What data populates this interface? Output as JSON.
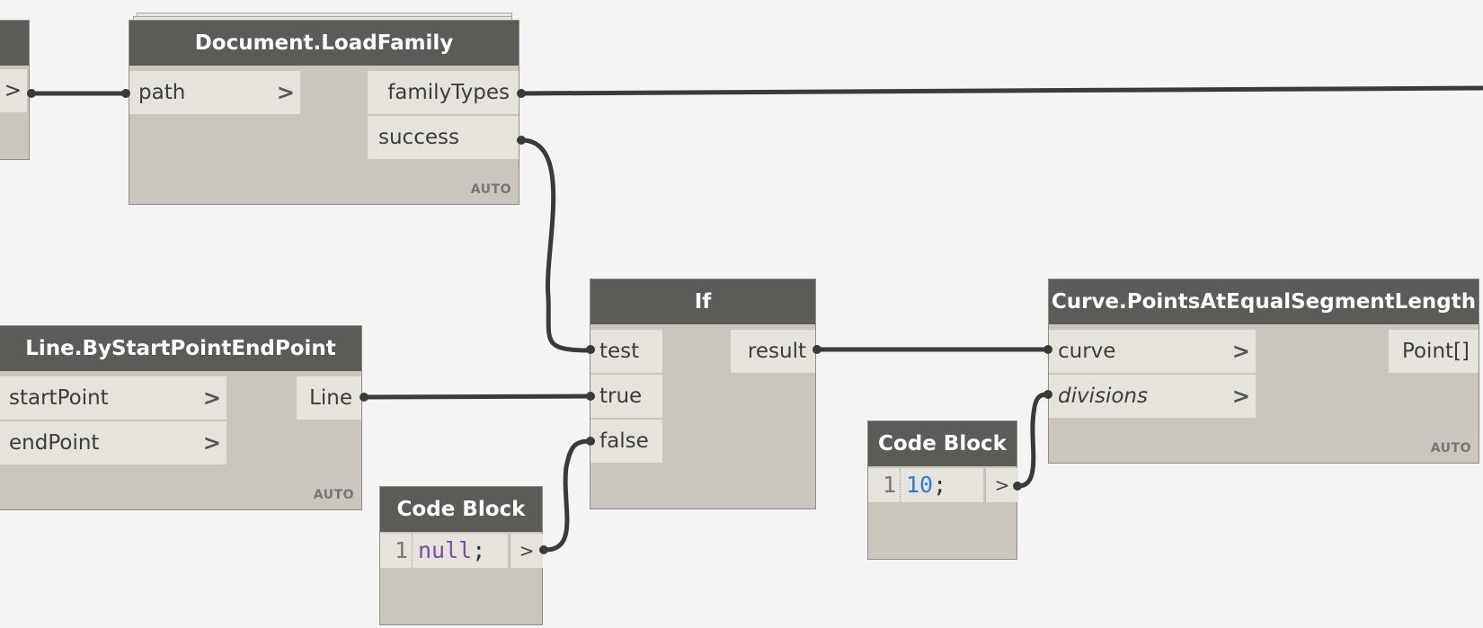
{
  "nodes": {
    "left_partial": {
      "out_chevron": ">"
    },
    "load_family": {
      "title": "Document.LoadFamily",
      "inputs": [
        "path"
      ],
      "outputs": [
        "familyTypes",
        "success"
      ],
      "lacing": "AUTO"
    },
    "line": {
      "title": "Line.ByStartPointEndPoint",
      "inputs": [
        "startPoint",
        "endPoint"
      ],
      "outputs": [
        "Line"
      ],
      "lacing": "AUTO"
    },
    "if_node": {
      "title": "If",
      "inputs": [
        "test",
        "true",
        "false"
      ],
      "outputs": [
        "result"
      ]
    },
    "code_block_null": {
      "title": "Code Block",
      "line_number": "1",
      "keyword": "null",
      "punct": ";",
      "out": ">"
    },
    "curve": {
      "title": "Curve.PointsAtEqualSegmentLength",
      "inputs": [
        "curve",
        "divisions"
      ],
      "outputs": [
        "Point[]"
      ],
      "lacing": "AUTO"
    },
    "code_block_10": {
      "title": "Code Block",
      "line_number": "1",
      "number": "10",
      "punct": ";",
      "out": ">"
    }
  },
  "chevron": ">",
  "colors": {
    "header": "#5d5b58",
    "body": "#cbc6bd",
    "port": "#e6e2dc",
    "wire": "#3a3a3a",
    "canvas": "#f4f4f4"
  }
}
